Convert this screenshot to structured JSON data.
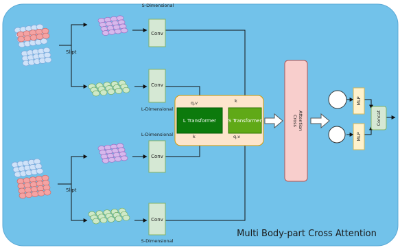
{
  "labels": {
    "s_dim_top": "S-Dimensional",
    "l_dim_mid": "L-Dimensional",
    "l_dim_lower": "L-Dimensional",
    "s_dim_bottom": "S-Dimensional",
    "split_top": "Slipt",
    "split_bottom": "Slipt",
    "conv": "Conv",
    "l_transformer": "L Transformer",
    "s_transformer": "S Transformer",
    "qv_left": "q,v",
    "k_left": "k",
    "k_right": "k",
    "qv_right": "q,v",
    "cross_attention_line1": "Cross",
    "cross_attention_line2": "Attention",
    "mlp": "MLP",
    "concat": "Concat",
    "title": "Multi Body-part Cross Attention"
  },
  "colors": {
    "panel": "#72c2ea",
    "conv_fill": "#d5e8d4",
    "transformer_panel": "#fde5cc",
    "l_transformer": "#0c7a0c",
    "s_transformer": "#60a917",
    "cross_attention": "#f8cecc",
    "mlp": "#fff2cc",
    "concat": "#d5e8d4",
    "blob_pink": "#f4a3a3",
    "blob_blue": "#cfe2f8",
    "blob_purple": "#d6b8ec",
    "blob_green": "#cfe9c8"
  }
}
